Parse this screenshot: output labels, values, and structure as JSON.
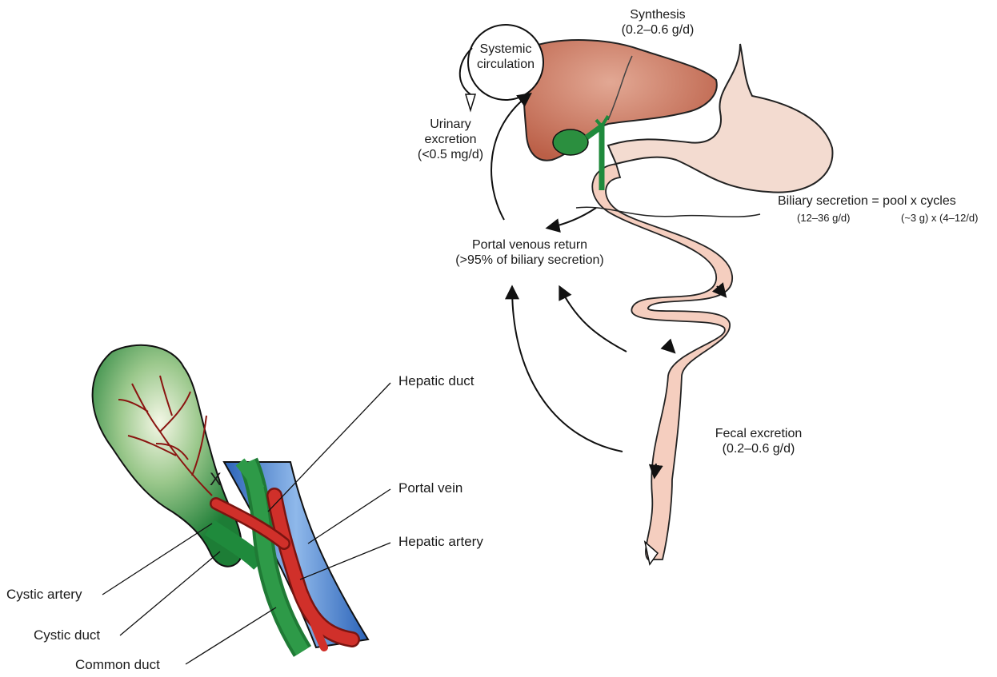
{
  "cycle": {
    "systemic": [
      "Systemic",
      "circulation"
    ],
    "synthesis": [
      "Synthesis",
      "(0.2–0.6 g/d)"
    ],
    "urinary": [
      "Urinary",
      "excretion",
      "(<0.5 mg/d)"
    ],
    "biliary": "Biliary secretion = pool x cycles",
    "biliary_sub_left": "(12–36 g/d)",
    "biliary_sub_right": "(~3 g) x (4–12/d)",
    "portal_return": [
      "Portal venous return",
      "(>95% of biliary secretion)"
    ],
    "fecal": [
      "Fecal excretion",
      "(0.2–0.6 g/d)"
    ]
  },
  "anatomy": {
    "x_mark": "X",
    "hepatic_duct": "Hepatic duct",
    "portal_vein": "Portal vein",
    "hepatic_artery": "Hepatic artery",
    "cystic_artery": "Cystic artery",
    "cystic_duct": "Cystic duct",
    "common_duct": "Common duct"
  },
  "colors": {
    "liver": "#c8705a",
    "gallbladder_green": "#1f8a3c",
    "intestine": "#f4cdbd",
    "stomach": "#f2d8cc",
    "artery_red": "#cc2a22",
    "vein_blue": "#2f74c8"
  }
}
